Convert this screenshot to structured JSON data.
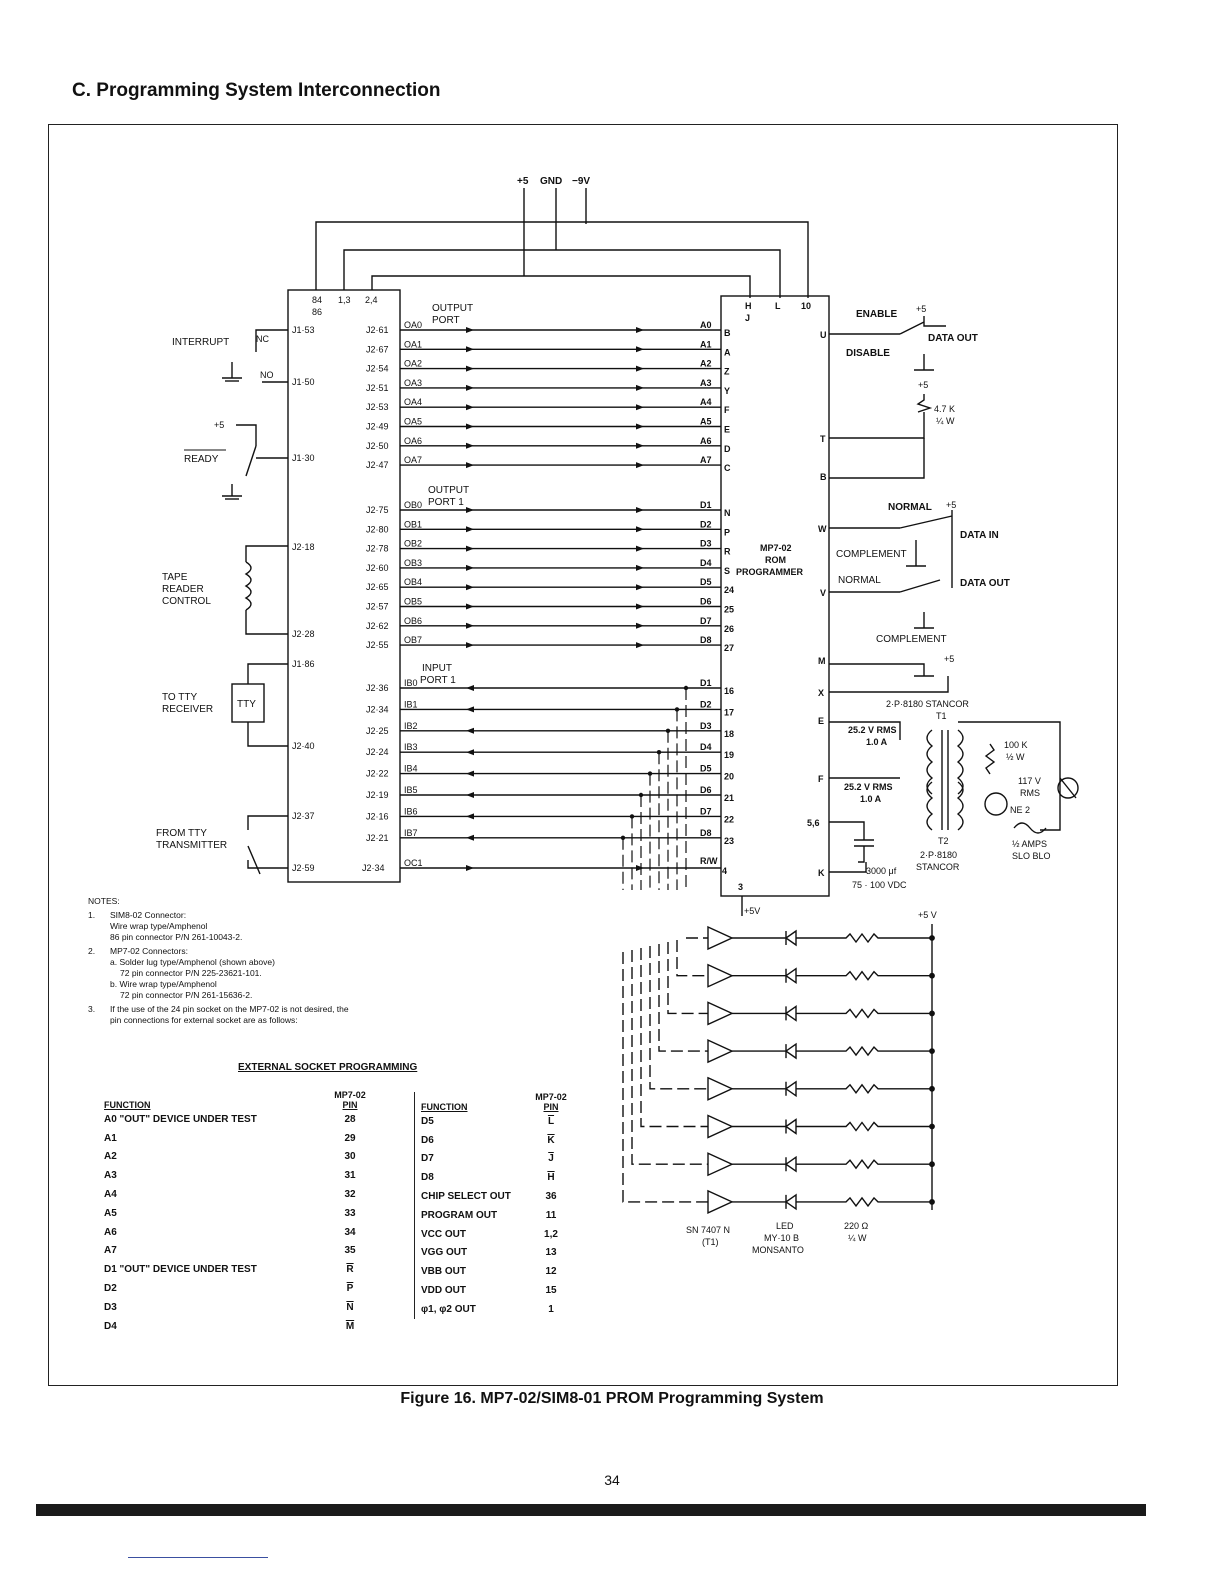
{
  "section_title": "C.  Programming System Interconnection",
  "power": {
    "plus5": "+5",
    "gnd": "GND",
    "minus9": "−9V"
  },
  "sim": {
    "top_pins": [
      "84",
      "86",
      "1,3",
      "2,4"
    ],
    "j1_pins": [
      "J1·53",
      "J1·50",
      "J1·30",
      "J1·86"
    ],
    "j2_left_pins": [
      "J2·18",
      "J2·28",
      "J2·40",
      "J2·37",
      "J2·59"
    ]
  },
  "output_port0": {
    "title_line1": "OUTPUT",
    "title_line2": "PORT",
    "rows": [
      {
        "pin": "J2·61",
        "sig": "OA0",
        "dest": "A0",
        "mp": "B"
      },
      {
        "pin": "J2·67",
        "sig": "OA1",
        "dest": "A1",
        "mp": "A"
      },
      {
        "pin": "J2·54",
        "sig": "OA2",
        "dest": "A2",
        "mp": "Z"
      },
      {
        "pin": "J2·51",
        "sig": "OA3",
        "dest": "A3",
        "mp": "Y"
      },
      {
        "pin": "J2·53",
        "sig": "OA4",
        "dest": "A4",
        "mp": "F"
      },
      {
        "pin": "J2·49",
        "sig": "OA5",
        "dest": "A5",
        "mp": "E"
      },
      {
        "pin": "J2·50",
        "sig": "OA6",
        "dest": "A6",
        "mp": "D"
      },
      {
        "pin": "J2·47",
        "sig": "OA7",
        "dest": "A7",
        "mp": "C"
      }
    ]
  },
  "output_port1": {
    "title_line1": "OUTPUT",
    "title_line2": "PORT 1",
    "rows": [
      {
        "pin": "J2·75",
        "sig": "OB0",
        "dest": "D1",
        "mp": "N"
      },
      {
        "pin": "J2·80",
        "sig": "OB1",
        "dest": "D2",
        "mp": "P"
      },
      {
        "pin": "J2·78",
        "sig": "OB2",
        "dest": "D3",
        "mp": "R"
      },
      {
        "pin": "J2·60",
        "sig": "OB3",
        "dest": "D4",
        "mp": "S"
      },
      {
        "pin": "J2·65",
        "sig": "OB4",
        "dest": "D5",
        "mp": "24"
      },
      {
        "pin": "J2·57",
        "sig": "OB5",
        "dest": "D6",
        "mp": "25"
      },
      {
        "pin": "J2·62",
        "sig": "OB6",
        "dest": "D7",
        "mp": "26"
      },
      {
        "pin": "J2·55",
        "sig": "OB7",
        "dest": "D8",
        "mp": "27"
      }
    ]
  },
  "input_port1": {
    "title_line1": "INPUT",
    "title_line2": "PORT 1",
    "rows": [
      {
        "pin": "J2·36",
        "sig": "IB0",
        "dest": "D1",
        "mp": "16"
      },
      {
        "pin": "J2·34",
        "sig": "IB1",
        "dest": "D2",
        "mp": "17"
      },
      {
        "pin": "J2·25",
        "sig": "IB2",
        "dest": "D3",
        "mp": "18"
      },
      {
        "pin": "J2·24",
        "sig": "IB3",
        "dest": "D4",
        "mp": "19"
      },
      {
        "pin": "J2·22",
        "sig": "IB4",
        "dest": "D5",
        "mp": "20"
      },
      {
        "pin": "J2·19",
        "sig": "IB5",
        "dest": "D6",
        "mp": "21"
      },
      {
        "pin": "J2·16",
        "sig": "IB6",
        "dest": "D7",
        "mp": "22"
      },
      {
        "pin": "J2·21",
        "sig": "IB7",
        "dest": "D8",
        "mp": "23"
      }
    ]
  },
  "oc1": {
    "pin": "J2·34",
    "sig": "OC1",
    "dest": "R/W",
    "mp": "4"
  },
  "programmer": {
    "name_line1": "MP7-02",
    "name_line2": "ROM",
    "name_line3": "PROGRAMMER",
    "top_pins": [
      "H",
      "J",
      "L",
      "10"
    ],
    "right_pins": [
      "U",
      "T",
      "B",
      "W",
      "V",
      "M",
      "X",
      "E",
      "F",
      "5,6",
      "K"
    ],
    "bottom_pin": "3"
  },
  "left_labels": {
    "interrupt": "INTERRUPT",
    "nc": "NC",
    "no": "NO",
    "plus5": "+5",
    "ready": "READY",
    "tape_line1": "TAPE",
    "tape_line2": "READER",
    "tape_line3": "CONTROL",
    "tty_line1": "TO TTY",
    "tty_line2": "RECEIVER",
    "tty_box": "TTY",
    "from_line1": "FROM TTY",
    "from_line2": "TRANSMITTER"
  },
  "right_labels": {
    "enable": "ENABLE",
    "disable": "DISABLE",
    "plus5": "+5",
    "data_out": "DATA OUT",
    "resistor_line1": "4.7 K",
    "resistor_line2": "¼ W",
    "normal": "NORMAL",
    "complement": "COMPLEMENT",
    "data_in": "DATA IN",
    "stancor_t1": "2·P·8180 STANCOR",
    "t1": "T1",
    "rms1_line1": "25.2 V RMS",
    "rms1_line2": "1.0 A",
    "rms2_line1": "25.2 V RMS",
    "rms2_line2": "1.0 A",
    "r100k_line1": "100 K",
    "r100k_line2": "½ W",
    "mains_line1": "117 V",
    "mains_line2": "RMS",
    "ne2": "NE 2",
    "fuse_line1": "½ AMPS",
    "fuse_line2": "SLO BLO",
    "t2": "T2",
    "t2_line1": "2·P·8180",
    "t2_line2": "STANCOR",
    "cap_line1": "3000 μf",
    "cap_line2": "75 · 100 VDC",
    "plus5v": "+5V",
    "plus5v_right": "+5 V",
    "sn_line1": "SN 7407 N",
    "sn_line2": "(T1)",
    "led_line1": "LED",
    "led_line2": "MY·10 B",
    "led_line3": "MONSANTO",
    "res_line1": "220 Ω",
    "res_line2": "¼ W"
  },
  "notes": {
    "title": "NOTES:",
    "n1_num": "1.",
    "n1_line1": "SIM8-02 Connector:",
    "n1_line2": "Wire wrap type/Amphenol",
    "n1_line3": "86 pin connector P/N 261-10043-2.",
    "n2_num": "2.",
    "n2_line1": "MP7-02 Connectors:",
    "n2_a1": "a. Solder lug type/Amphenol (shown above)",
    "n2_a2": "72 pin connector P/N 225-23621-101.",
    "n2_b1": "b. Wire wrap type/Amphenol",
    "n2_b2": "72 pin connector P/N 261-15636-2.",
    "n3_num": "3.",
    "n3_line1": "If the use of the 24 pin socket on the MP7-02 is not desired, the",
    "n3_line2": "pin connections for external socket are as follows:"
  },
  "ext_title": "EXTERNAL SOCKET PROGRAMMING",
  "table_left": {
    "h_function": "FUNCTION",
    "h_pin1": "MP7-02",
    "h_pin2": "PIN",
    "rows": [
      {
        "f": "A0 \"OUT\" DEVICE UNDER TEST",
        "p": "28"
      },
      {
        "f": "A1",
        "p": "29"
      },
      {
        "f": "A2",
        "p": "30"
      },
      {
        "f": "A3",
        "p": "31"
      },
      {
        "f": "A4",
        "p": "32"
      },
      {
        "f": "A5",
        "p": "33"
      },
      {
        "f": "A6",
        "p": "34"
      },
      {
        "f": "A7",
        "p": "35"
      },
      {
        "f": "D1 \"OUT\" DEVICE UNDER TEST",
        "p": "R"
      },
      {
        "f": "D2",
        "p": "P"
      },
      {
        "f": "D3",
        "p": "N"
      },
      {
        "f": "D4",
        "p": "M"
      }
    ]
  },
  "table_right": {
    "h_function": "FUNCTION",
    "h_pin1": "MP7-02",
    "h_pin2": "PIN",
    "rows": [
      {
        "f": "D5",
        "p": "L"
      },
      {
        "f": "D6",
        "p": "K"
      },
      {
        "f": "D7",
        "p": "J"
      },
      {
        "f": "D8",
        "p": "H"
      },
      {
        "f": "CHIP SELECT OUT",
        "p": "36"
      },
      {
        "f": "PROGRAM OUT",
        "p": "11"
      },
      {
        "f": "VCC OUT",
        "p": "1,2"
      },
      {
        "f": "VGG OUT",
        "p": "13"
      },
      {
        "f": "VBB OUT",
        "p": "12"
      },
      {
        "f": "VDD OUT",
        "p": "15"
      },
      {
        "f": "φ1, φ2 OUT",
        "p": "1"
      }
    ]
  },
  "caption": "Figure 16.  MP7-02/SIM8-01 PROM Programming System",
  "page_number": "34"
}
